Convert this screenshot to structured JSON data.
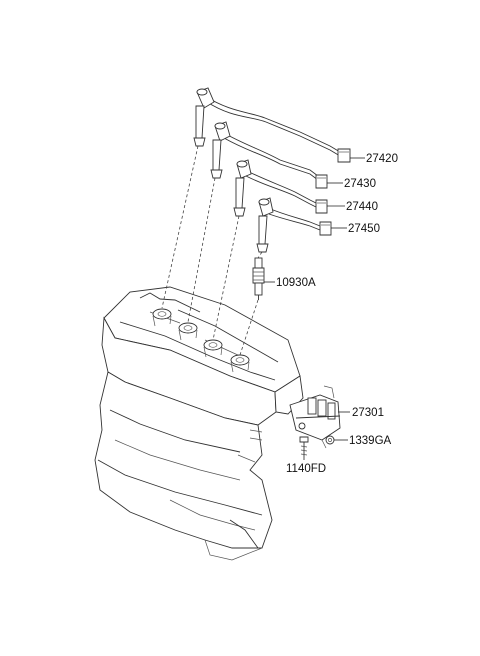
{
  "labels": {
    "wire_1": "27420",
    "wire_2": "27430",
    "wire_3": "27440",
    "wire_4": "27450",
    "spark_plug": "10930A",
    "ignition_coil": "27301",
    "bolt_a": "1339GA",
    "bolt_b": "1140FD"
  }
}
